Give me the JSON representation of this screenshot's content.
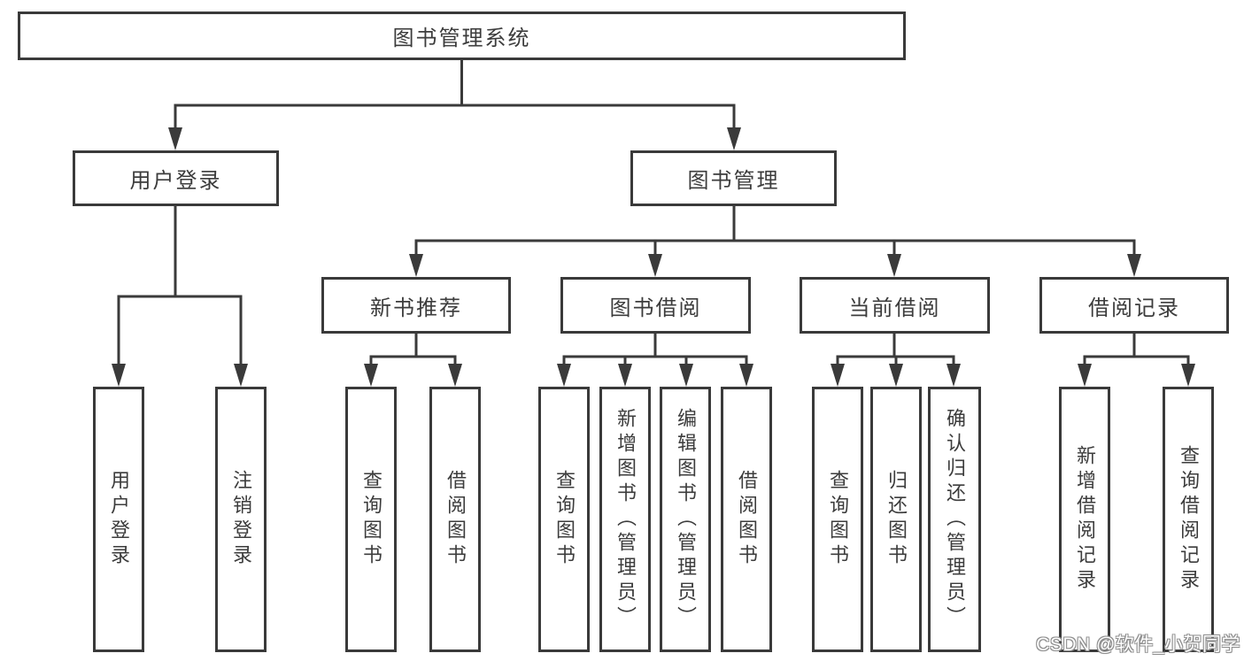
{
  "nodes": {
    "root": "图书管理系统",
    "userLogin": "用户登录",
    "bookMgmt": "图书管理",
    "newBookRec": "新书推荐",
    "bookBorrow": "图书借阅",
    "currentBorrow": "当前借阅",
    "borrowRecord": "借阅记录"
  },
  "leaves": {
    "userLogin": [
      "用户登录",
      "注销登录"
    ],
    "newBookRec": [
      "查询图书",
      "借阅图书"
    ],
    "bookBorrow": [
      "查询图书",
      "新增图书（管理员）",
      "编辑图书（管理员）",
      "借阅图书"
    ],
    "currentBorrow": [
      "查询图书",
      "归还图书",
      "确认归还（管理员）"
    ],
    "borrowRecord": [
      "新增借阅记录",
      "查询借阅记录"
    ]
  },
  "watermark": "CSDN @软件_小贺同学",
  "colors": {
    "line": "#3a3a3a",
    "text": "#3c3c3c",
    "background": "#ffffff"
  }
}
